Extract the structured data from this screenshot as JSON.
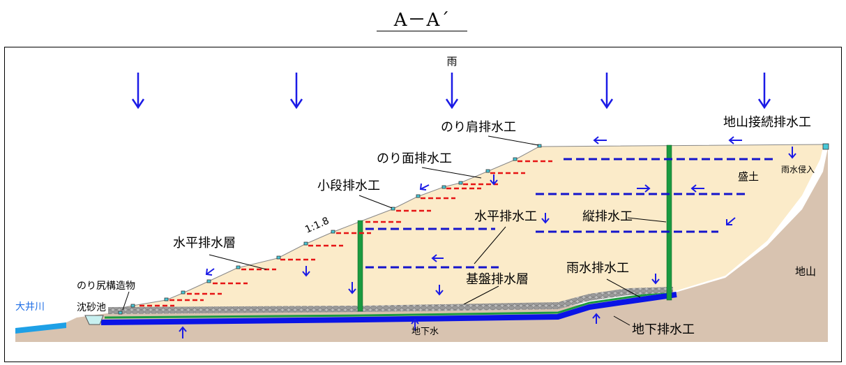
{
  "title": "A－A´",
  "labels": {
    "rain": "雨",
    "shoulder_drain": "のり肩排水工",
    "ground_connection_drain": "地山接続排水工",
    "slope_face_drain": "のり面排水工",
    "small_step_drain": "小段排水工",
    "embankment": "盛土",
    "rain_infiltration": "雨水侵入",
    "slope_ratio": "1:1.8",
    "horizontal_drain_work": "水平排水工",
    "vertical_drain_work": "縦排水工",
    "horizontal_drain_layer": "水平排水層",
    "natural_ground": "地山",
    "rainwater_drain": "雨水排水工",
    "toe_structure": "のり尻構造物",
    "foundation_drain_layer": "基盤排水層",
    "oi_river": "大井川",
    "sediment_basin": "沈砂池",
    "groundwater": "地下水",
    "underground_drain": "地下排水工"
  },
  "colors": {
    "embankment_fill": "#fbebc9",
    "ground_fill": "#d8c3b0",
    "arrow_blue": "#1a1ae6",
    "drain_blue": "#0a14e6",
    "drain_green": "#1a9a40",
    "dash_red": "#e61414",
    "dash_blue": "#1414cc",
    "river_blue": "#1ea0e6",
    "gravel": "#a9a9a9",
    "river_text": "#1e6ee6"
  }
}
